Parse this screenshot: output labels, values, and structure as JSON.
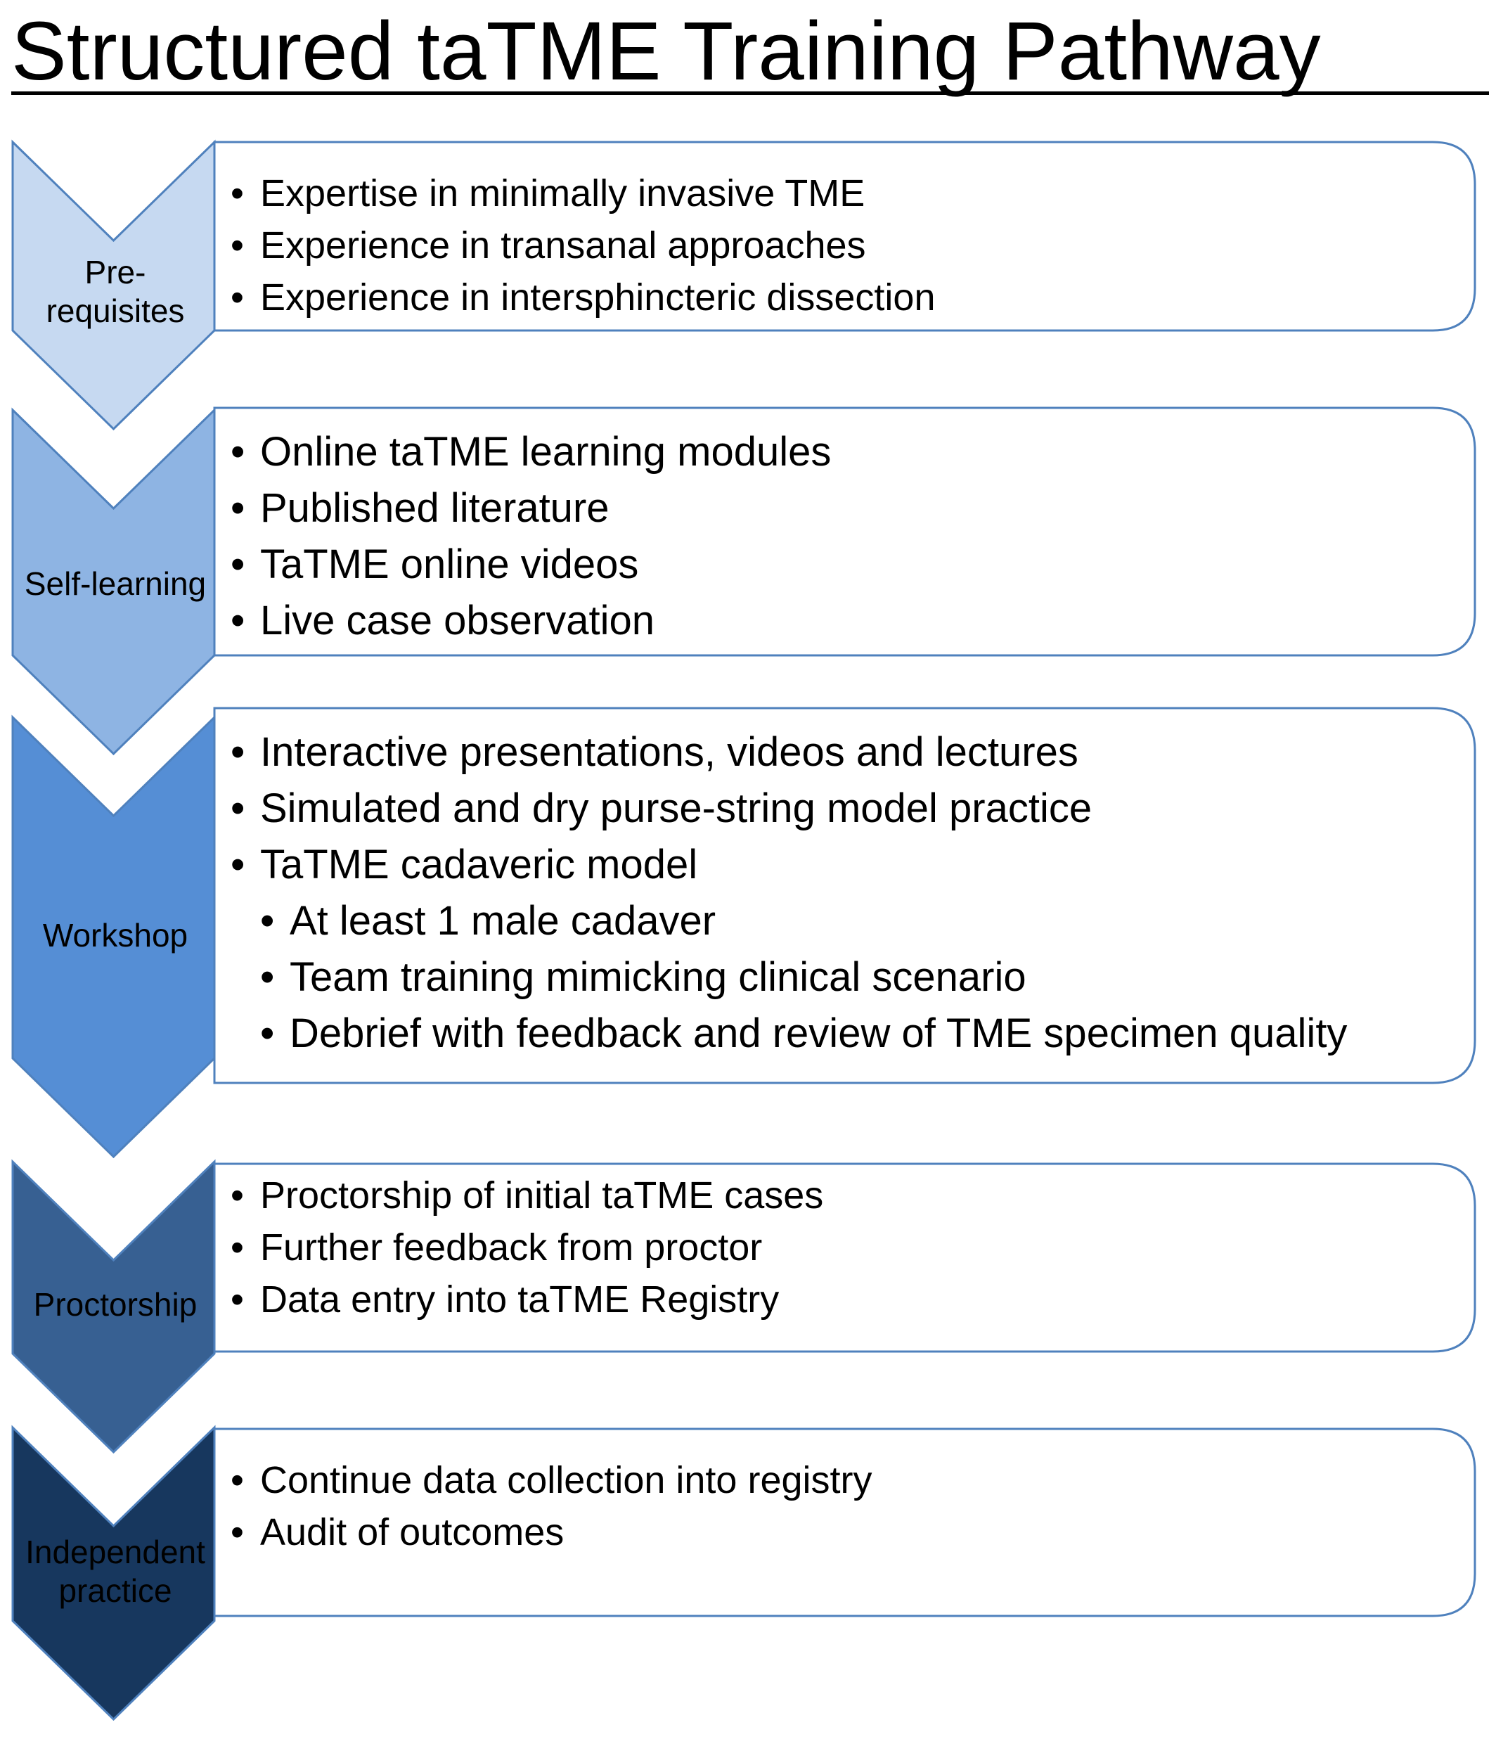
{
  "title": "Structured taTME Training Pathway",
  "colors": {
    "prerequisites": "#c6d9f1",
    "self_learning": "#8eb4e3",
    "workshop": "#558ed5",
    "proctorship": "#376092",
    "independent_practice": "#17375e",
    "outline": "#4f81bd"
  },
  "stages": [
    {
      "label": "Pre-\nrequisites",
      "items": [
        {
          "text": "Expertise in minimally invasive TME",
          "level": 1
        },
        {
          "text": "Experience in transanal approaches",
          "level": 1
        },
        {
          "text": "Experience in intersphincteric dissection",
          "level": 1
        }
      ]
    },
    {
      "label": "Self-learning",
      "items": [
        {
          "text": "Online taTME learning modules",
          "level": 1
        },
        {
          "text": "Published literature",
          "level": 1
        },
        {
          "text": "TaTME online videos",
          "level": 1
        },
        {
          "text": "Live case observation",
          "level": 1
        }
      ]
    },
    {
      "label": "Workshop",
      "items": [
        {
          "text": "Interactive presentations, videos and lectures",
          "level": 1
        },
        {
          "text": "Simulated and dry purse-string model practice",
          "level": 1
        },
        {
          "text": "TaTME cadaveric model",
          "level": 1
        },
        {
          "text": "At least 1 male cadaver",
          "level": 2
        },
        {
          "text": "Team training mimicking clinical scenario",
          "level": 2
        },
        {
          "text": "Debrief with feedback and review of TME specimen quality",
          "level": 2
        }
      ]
    },
    {
      "label": "Proctorship",
      "items": [
        {
          "text": "Proctorship of initial taTME cases",
          "level": 1
        },
        {
          "text": "Further feedback from proctor",
          "level": 1
        },
        {
          "text": "Data entry into taTME Registry",
          "level": 1
        }
      ]
    },
    {
      "label": "Independent\npractice",
      "items": [
        {
          "text": "Continue data collection into registry",
          "level": 1
        },
        {
          "text": "Audit of outcomes",
          "level": 1
        }
      ]
    }
  ]
}
